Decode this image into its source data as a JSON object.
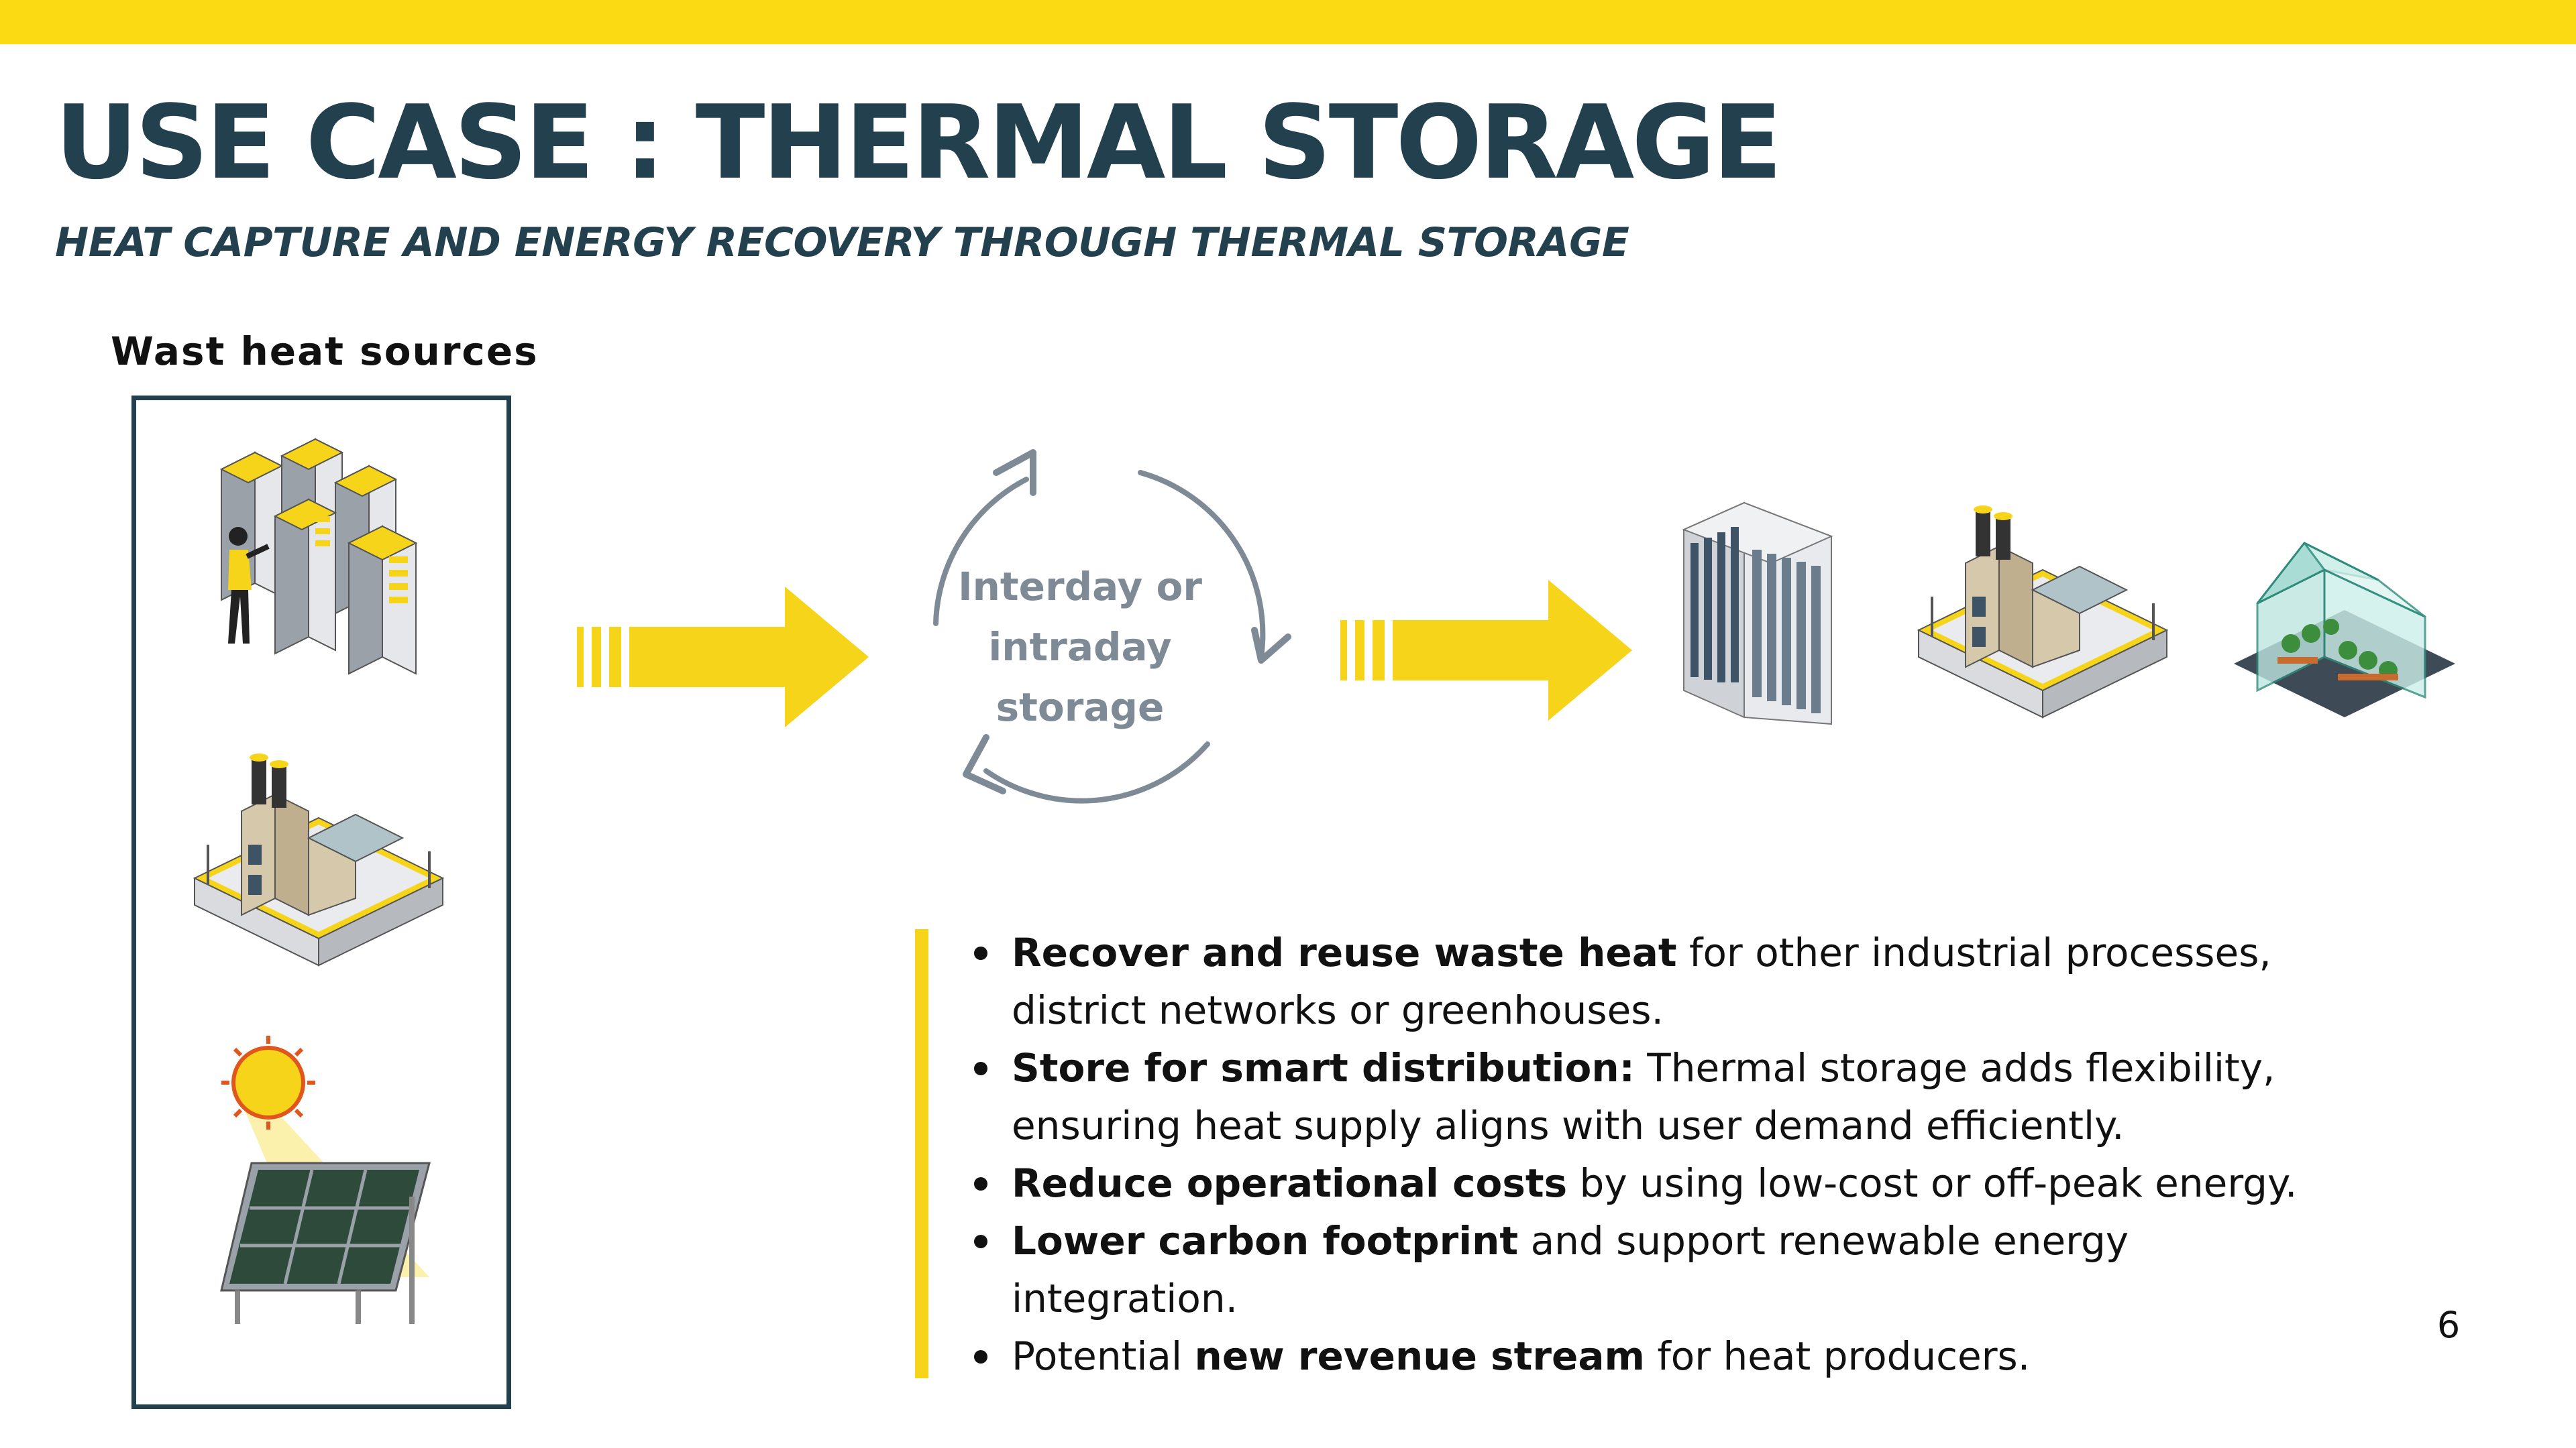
{
  "title": "USE CASE : THERMAL STORAGE",
  "subtitle": "HEAT CAPTURE AND ENERGY RECOVERY THROUGH THERMAL STORAGE",
  "sources": {
    "label": "Wast heat sources",
    "items": [
      "data-center-icon",
      "factory-icon",
      "solar-panel-icon"
    ]
  },
  "cycle": {
    "lines": [
      "Interday or",
      "intraday",
      "storage"
    ]
  },
  "consumers": [
    "office-building-icon",
    "factory-icon",
    "greenhouse-icon"
  ],
  "bullets": [
    {
      "bold": "Recover and reuse waste heat",
      "text": " for other industrial processes, district networks or greenhouses."
    },
    {
      "bold": "Store for smart distribution:",
      "text": " Thermal storage adds flexibility, ensuring heat supply aligns with user demand efficiently."
    },
    {
      "bold": "Reduce operational costs",
      "text": " by using low-cost or off-peak energy."
    },
    {
      "bold": "Lower carbon footprint",
      "text": " and support renewable energy integration."
    },
    {
      "pre": "Potential ",
      "bold": "new revenue stream",
      "text": " for heat producers."
    }
  ],
  "page_number": "6",
  "colors": {
    "accent": "#FBD913",
    "navy": "#23404F",
    "cycle_gray": "#7E8B96",
    "text": "#111111"
  }
}
